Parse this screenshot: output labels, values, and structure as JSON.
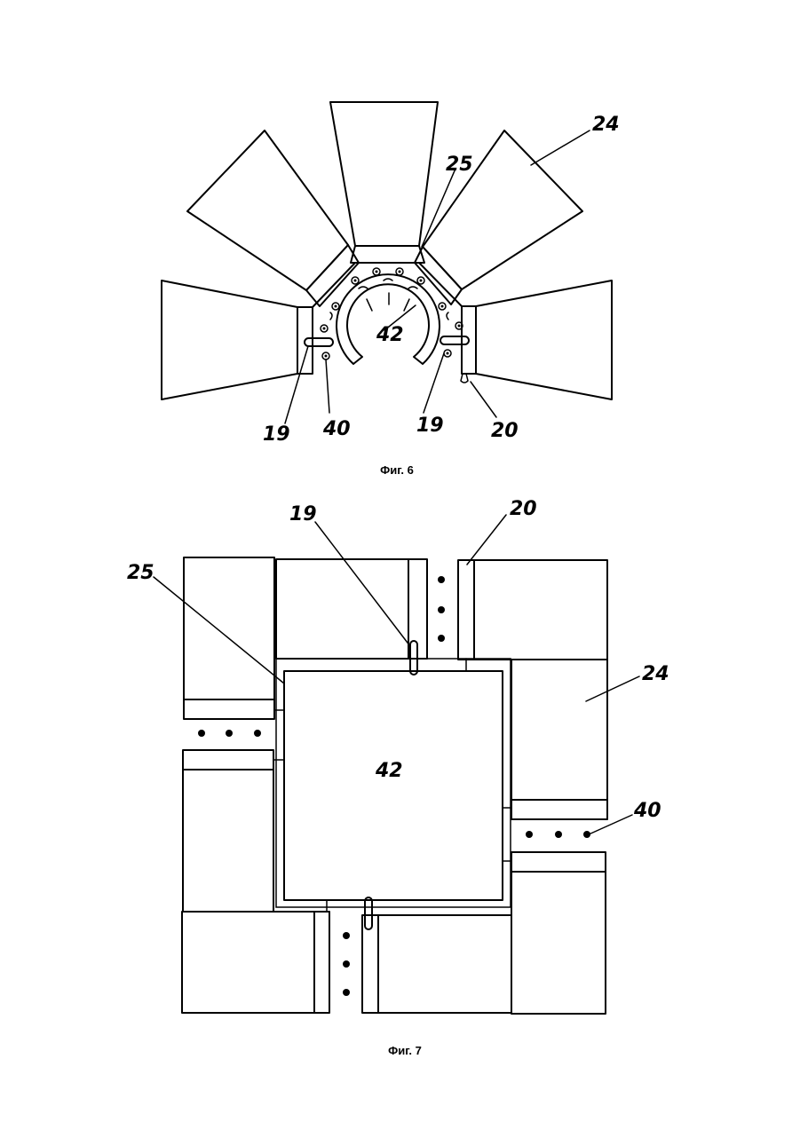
{
  "figures": [
    {
      "caption": "Фиг. 6",
      "labels": {
        "l24": "24",
        "l25": "25",
        "l42": "42",
        "l19a": "19",
        "l40": "40",
        "l19b": "19",
        "l20": "20"
      }
    },
    {
      "caption": "Фиг. 7",
      "labels": {
        "l19": "19",
        "l20": "20",
        "l25": "25",
        "l24": "24",
        "l42": "42",
        "l40": "40"
      }
    }
  ]
}
